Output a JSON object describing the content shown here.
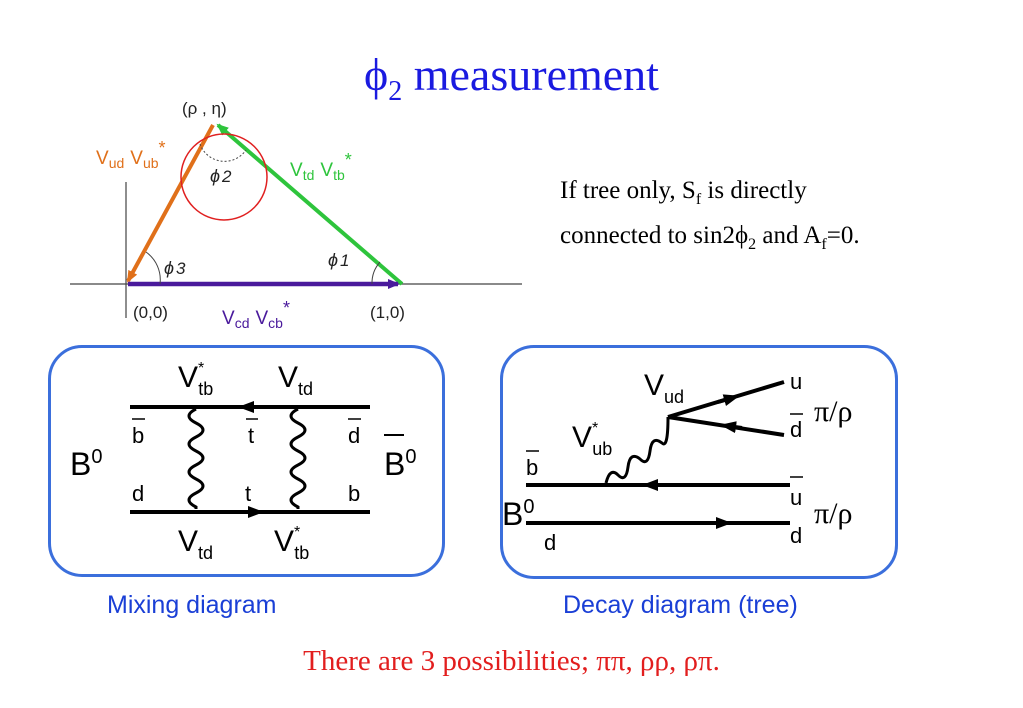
{
  "title": {
    "symbol": "ϕ",
    "subscript": "2",
    "rest": " measurement"
  },
  "triangle": {
    "apex": "(ρ , η)",
    "origin": "(0,0)",
    "unit": "(1,0)",
    "left_side": {
      "a": "V",
      "a_sub": "ud",
      "b": "V",
      "b_sub": "ub",
      "star": "*"
    },
    "right_side": {
      "a": "V",
      "a_sub": "td",
      "b": "V",
      "b_sub": "tb",
      "star": "*"
    },
    "base_side": {
      "a": "V",
      "a_sub": "cd",
      "b": "V",
      "b_sub": "cb",
      "star": "*"
    },
    "phi1": {
      "sym": "ϕ",
      "sub": "1"
    },
    "phi2": {
      "sym": "ϕ",
      "sub": "2"
    },
    "phi3": {
      "sym": "ϕ",
      "sub": "3"
    },
    "colors": {
      "left": "#e0701a",
      "right": "#2ec43c",
      "base": "#4a1a9c",
      "circle": "#e02020"
    }
  },
  "note": {
    "line1_a": "If tree only, S",
    "line1_sub": "f",
    "line1_b": " is directly",
    "line2_a": "connected to sin2ϕ",
    "line2_sub": "2",
    "line2_b": " and A",
    "line2_sub2": "f",
    "line2_c": "=0."
  },
  "mixing": {
    "caption": "Mixing diagram",
    "b0_left": "B",
    "b0_left_sup": "0",
    "b0_right": "B",
    "b0_right_sup": "0",
    "top_left_V": "V",
    "top_left_star": "*",
    "top_left_sub": "tb",
    "top_right_V": "V",
    "top_right_sub": "td",
    "bottom_left_V": "V",
    "bottom_left_sub": "td",
    "bottom_right_V": "V",
    "bottom_right_star": "*",
    "bottom_right_sub": "tb",
    "quark_b_top": "b",
    "quark_t_top": "t",
    "quark_d_top": "d",
    "quark_d_bottom": "d",
    "quark_t_bottom": "t",
    "quark_b_bottom": "b"
  },
  "decay": {
    "caption": "Decay diagram (tree)",
    "b0": "B",
    "b0_sup": "0",
    "vud_V": "V",
    "vud_sub": "ud",
    "vub_V": "V",
    "vub_star": "*",
    "vub_sub": "ub",
    "quark_u_top": "u",
    "quark_d_top": "d",
    "quark_b": "b",
    "quark_d": "d",
    "quark_u_mid": "u",
    "quark_d_mid": "d",
    "meson_top": "π/ρ",
    "meson_bottom": "π/ρ"
  },
  "footer": "There are 3 possibilities; ππ, ρρ, ρπ."
}
